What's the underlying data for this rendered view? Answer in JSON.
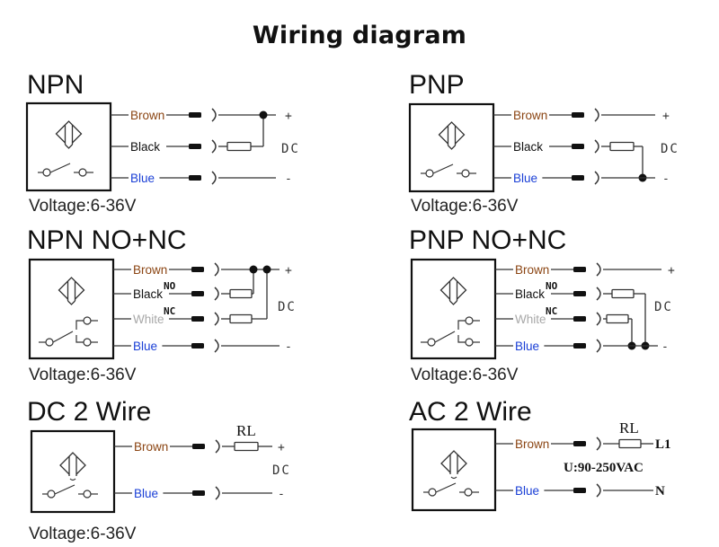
{
  "title": "Wiring diagram",
  "colors": {
    "brown": "#8B4513",
    "black": "#111111",
    "white": "#a8a8a8",
    "blue": "#1a3fd6",
    "line": "#333333"
  },
  "panels": [
    {
      "id": "npn",
      "title": "NPN",
      "voltage": "Voltage:6-36V",
      "switch_type": "single",
      "wires": [
        {
          "label": "Brown",
          "color": "brown",
          "terminal": "+"
        },
        {
          "label": "Black",
          "color": "black"
        },
        {
          "label": "Blue",
          "color": "blue",
          "terminal": "-"
        }
      ],
      "supply_label": "DC",
      "circuit": "npn"
    },
    {
      "id": "pnp",
      "title": "PNP",
      "voltage": "Voltage:6-36V",
      "switch_type": "single",
      "wires": [
        {
          "label": "Brown",
          "color": "brown",
          "terminal": "+"
        },
        {
          "label": "Black",
          "color": "black"
        },
        {
          "label": "Blue",
          "color": "blue",
          "terminal": "-"
        }
      ],
      "supply_label": "DC",
      "circuit": "pnp"
    },
    {
      "id": "npn-no-nc",
      "title": "NPN NO+NC",
      "voltage": "Voltage:6-36V",
      "switch_type": "changeover",
      "wires": [
        {
          "label": "Brown",
          "color": "brown",
          "terminal": "+"
        },
        {
          "label": "Black",
          "color": "black",
          "tag": "NO"
        },
        {
          "label": "White",
          "color": "white",
          "tag": "NC"
        },
        {
          "label": "Blue",
          "color": "blue",
          "terminal": "-"
        }
      ],
      "supply_label": "DC",
      "circuit": "npn-nonc"
    },
    {
      "id": "pnp-no-nc",
      "title": "PNP NO+NC",
      "voltage": "Voltage:6-36V",
      "switch_type": "changeover",
      "wires": [
        {
          "label": "Brown",
          "color": "brown",
          "terminal": "+"
        },
        {
          "label": "Black",
          "color": "black",
          "tag": "NO"
        },
        {
          "label": "White",
          "color": "white",
          "tag": "NC"
        },
        {
          "label": "Blue",
          "color": "blue",
          "terminal": "-"
        }
      ],
      "supply_label": "DC",
      "circuit": "pnp-nonc"
    },
    {
      "id": "dc-2-wire",
      "title": "DC 2 Wire",
      "voltage": "Voltage:6-36V",
      "switch_type": "single",
      "wires": [
        {
          "label": "Brown",
          "color": "brown",
          "terminal": "+"
        },
        {
          "label": "Blue",
          "color": "blue",
          "terminal": "-"
        }
      ],
      "supply_label": "DC",
      "load_label": "RL",
      "circuit": "two-wire-dc"
    },
    {
      "id": "ac-2-wire",
      "title": "AC 2 Wire",
      "voltage": "",
      "switch_type": "single",
      "wires": [
        {
          "label": "Brown",
          "color": "brown",
          "terminal": "L1"
        },
        {
          "label": "Blue",
          "color": "blue",
          "terminal": "N"
        }
      ],
      "supply_label": "U:90-250VAC",
      "load_label": "RL",
      "circuit": "two-wire-ac"
    }
  ]
}
